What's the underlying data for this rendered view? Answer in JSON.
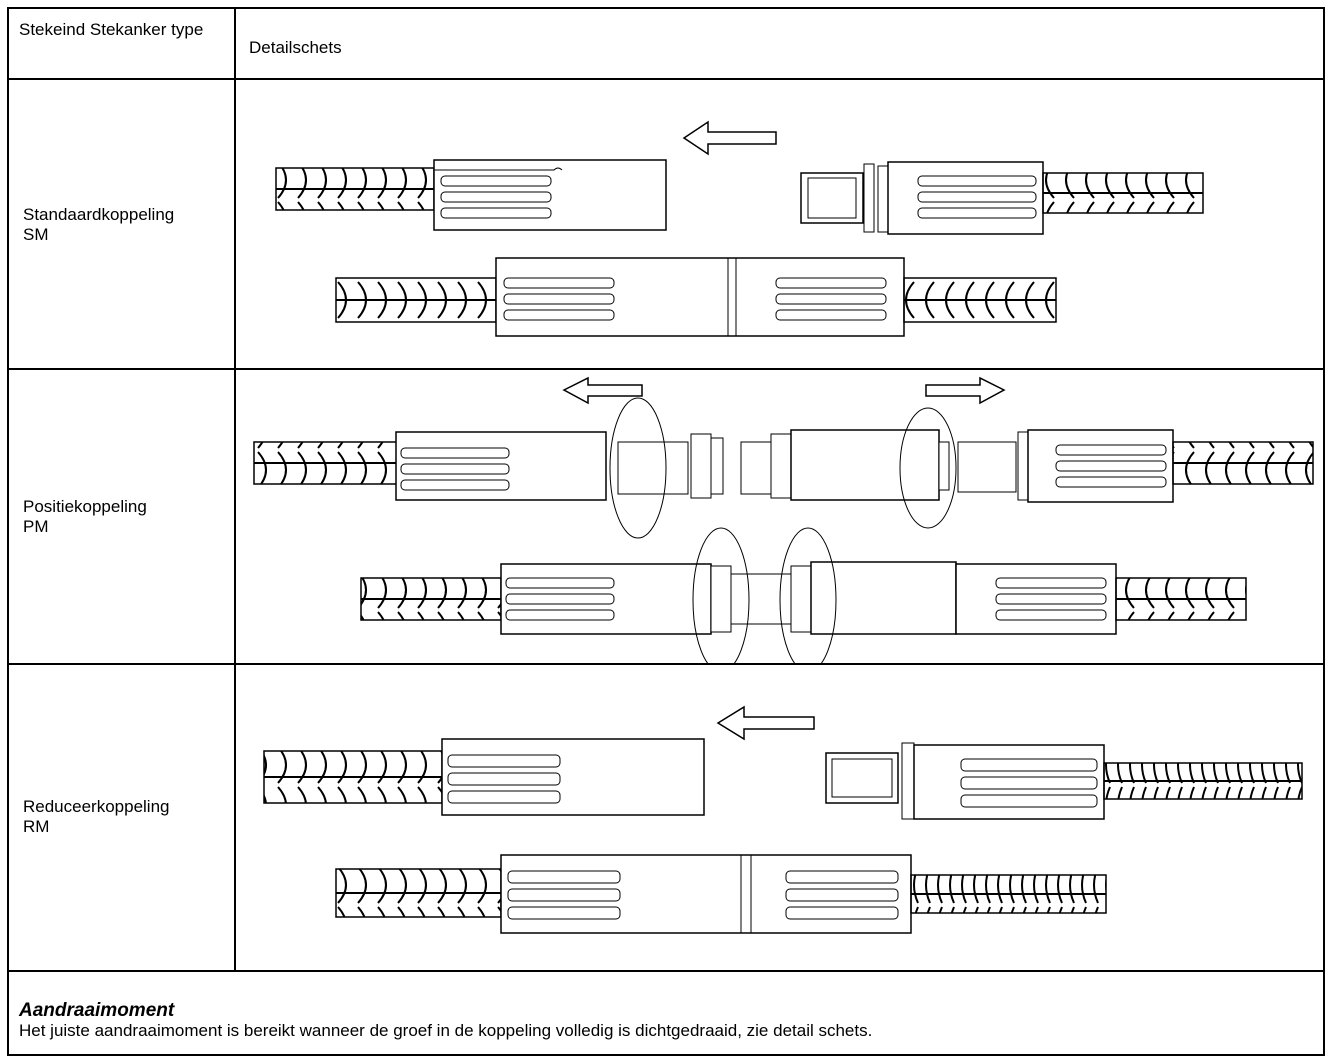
{
  "table": {
    "header": {
      "col1": "Stekeind Stekanker type",
      "col2": "Detailschets"
    },
    "rows": [
      {
        "label_line1": "Standaardkoppeling",
        "label_line2": "SM",
        "sketch": "standard-coupler-sketch"
      },
      {
        "label_line1": "Positiekoppeling",
        "label_line2": "PM",
        "sketch": "position-coupler-sketch"
      },
      {
        "label_line1": "Reduceerkoppeling",
        "label_line2": "RM",
        "sketch": "reducing-coupler-sketch"
      }
    ]
  },
  "note": {
    "title": "Aandraaimoment",
    "body": "Het juiste aandraaimoment is bereikt wanneer de groef in de koppeling volledig is dichtgedraaid, zie detail schets."
  }
}
